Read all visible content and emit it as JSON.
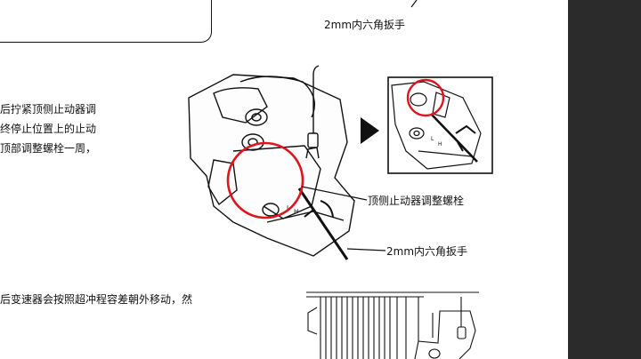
{
  "top_label": "2mm内六角扳手",
  "instruction_1": {
    "lines": [
      "后拧紧顶侧止动器调",
      "终停止位置上的止动",
      "顶部调整螺栓一周，"
    ]
  },
  "callouts": {
    "top_stopper_bolt": "顶侧止动器调整螺栓",
    "hex_wrench": "2mm内六角扳手"
  },
  "inset_labels": [
    "L",
    "H"
  ],
  "main_labels": [
    "L",
    "H"
  ],
  "instruction_2": "后变速器会按照超冲程容差朝外移动，然",
  "colors": {
    "highlight_red": "#e0141e",
    "panel": "#2b2b2b"
  }
}
